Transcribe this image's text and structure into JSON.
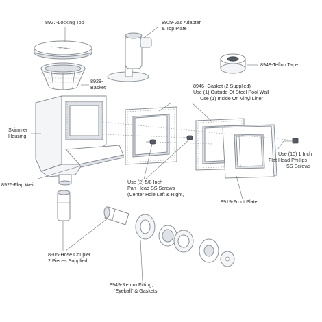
{
  "labels": {
    "locking_top": "8927-Locking Top",
    "vac_adapter_1": "8929-Vac Adapter",
    "vac_adapter_2": "& Top Plate",
    "teflon_tape": "8948-Teflon Tape",
    "basket_1": "8928-",
    "basket_2": "Basket",
    "gasket_1": "8946- Gasket (2 Supplied)",
    "gasket_2": "Use (1) Outside Of Steel Pool Wall",
    "gasket_3": "Use (1) Inside On Vinyl Liner",
    "skimmer_1": "Skimmer",
    "skimmer_2": "Housing",
    "flat_screws_1": "Use (10) 1 Inch",
    "flat_screws_2": "Flat Head Phillips",
    "flat_screws_3": "SS Screws",
    "pan_screws_1": "Use (2) 5/8 Inch",
    "pan_screws_2": "Pan Head SS Screws",
    "pan_screws_3": "(Center Hole Left & Right,",
    "flap_weir": "8926-Flap Weir",
    "front_plate": "8919-Front Plate",
    "hose_coupler_1": "8905-Hose Coupler",
    "hose_coupler_2": "2 Pieces Supplied",
    "return_fitting_1": "8949-Return Fitting,",
    "return_fitting_2": "“Eyeball” & Gaskets"
  }
}
